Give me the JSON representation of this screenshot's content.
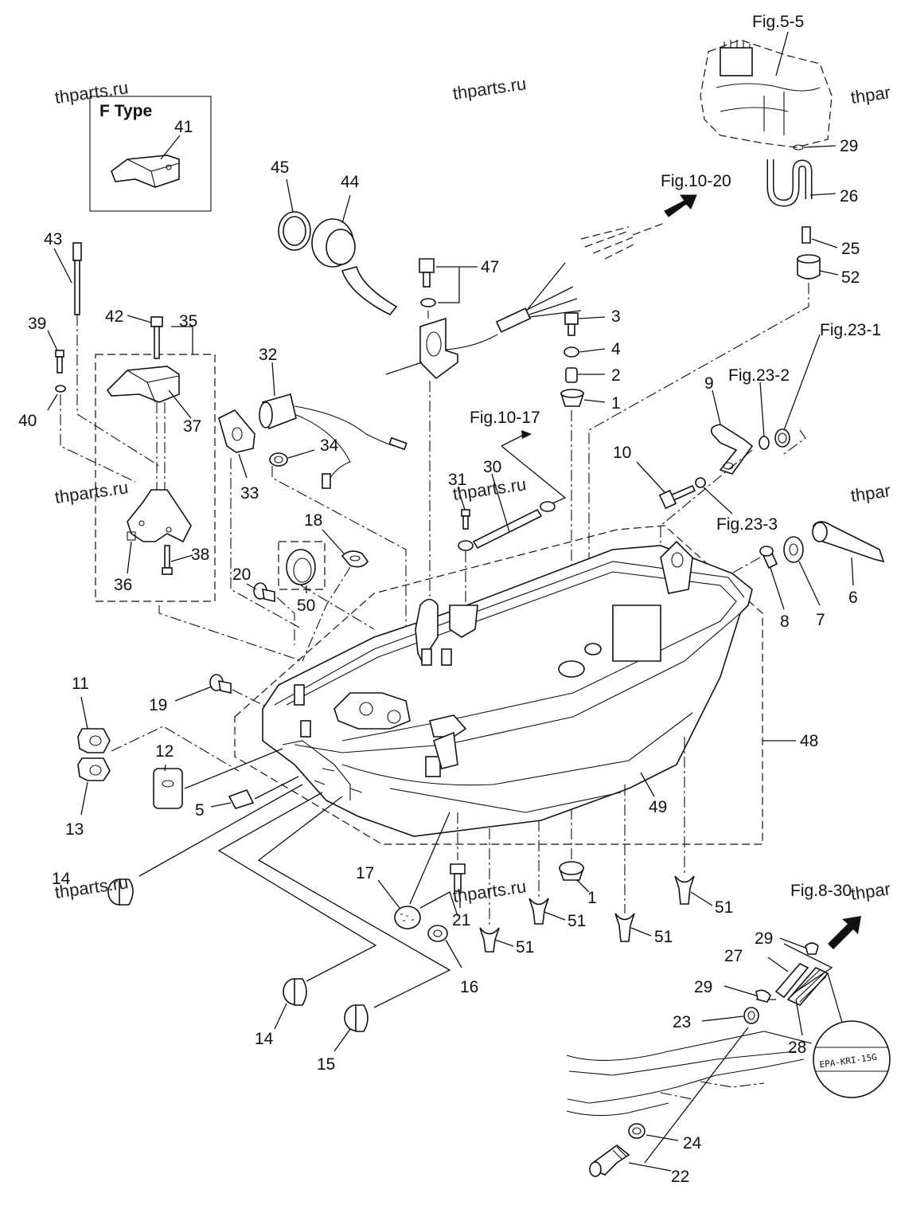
{
  "watermarks": [
    "thparts.ru",
    "thparts.ru",
    "thpar",
    "thparts.ru",
    "thparts.ru",
    "thpar",
    "thparts.ru",
    "thparts.ru",
    "thpar"
  ],
  "inset": {
    "title": "F Type"
  },
  "figure_refs": [
    "Fig.5-5",
    "Fig.10-20",
    "Fig.23-1",
    "Fig.23-2",
    "Fig.10-17",
    "Fig.23-3",
    "Fig.8-30"
  ],
  "part_numbers": [
    "41",
    "45",
    "44",
    "47",
    "43",
    "42",
    "35",
    "39",
    "40",
    "37",
    "32",
    "34",
    "33",
    "36",
    "38",
    "3",
    "4",
    "2",
    "1",
    "29",
    "26",
    "25",
    "52",
    "9",
    "10",
    "6",
    "7",
    "8",
    "30",
    "31",
    "18",
    "50",
    "20",
    "19",
    "11",
    "12",
    "13",
    "5",
    "48",
    "49",
    "14",
    "17",
    "21",
    "16",
    "1",
    "51",
    "51",
    "51",
    "51",
    "14",
    "15",
    "29",
    "27",
    "29",
    "23",
    "28",
    "24",
    "22"
  ],
  "stamp": "EPA-KRI-15G"
}
